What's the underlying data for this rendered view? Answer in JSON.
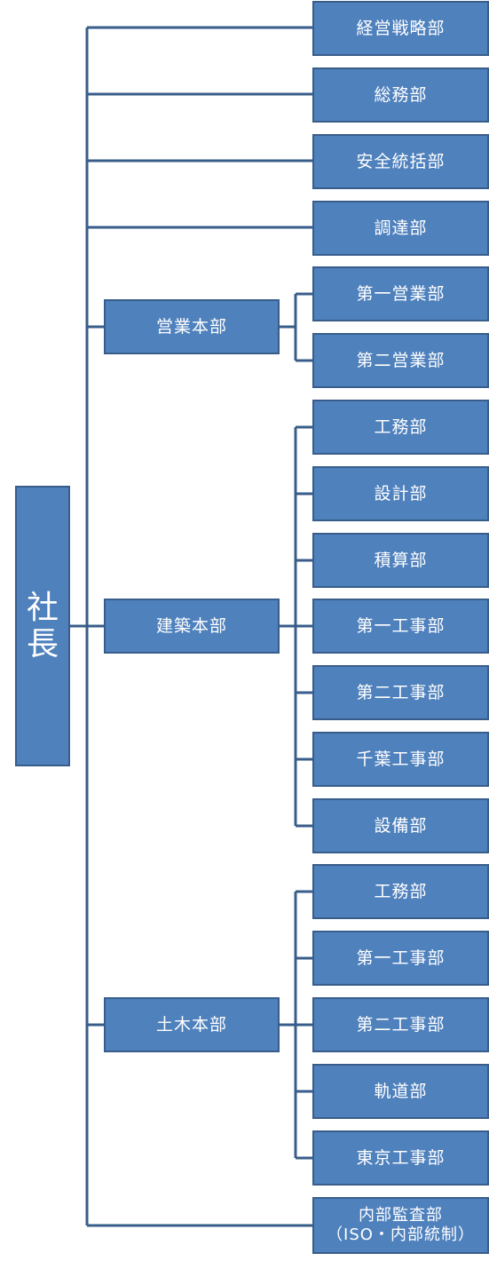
{
  "president": {
    "char1": "社",
    "char2": "長"
  },
  "direct_departments": [
    "経営戦略部",
    "総務部",
    "安全統括部",
    "調達部"
  ],
  "divisions": [
    {
      "name": "営業本部",
      "departments": [
        "第一営業部",
        "第二営業部"
      ]
    },
    {
      "name": "建築本部",
      "departments": [
        "工務部",
        "設計部",
        "積算部",
        "第一工事部",
        "第二工事部",
        "千葉工事部",
        "設備部"
      ]
    },
    {
      "name": "土木本部",
      "departments": [
        "工務部",
        "第一工事部",
        "第二工事部",
        "軌道部",
        "東京工事部"
      ]
    }
  ],
  "audit": {
    "line1": "内部監査部",
    "line2": "（ISO・内部統制）"
  },
  "colors": {
    "box_fill": "#4f81bd",
    "box_border": "#385d8a",
    "connector": "#385d8a",
    "text": "#ffffff"
  }
}
